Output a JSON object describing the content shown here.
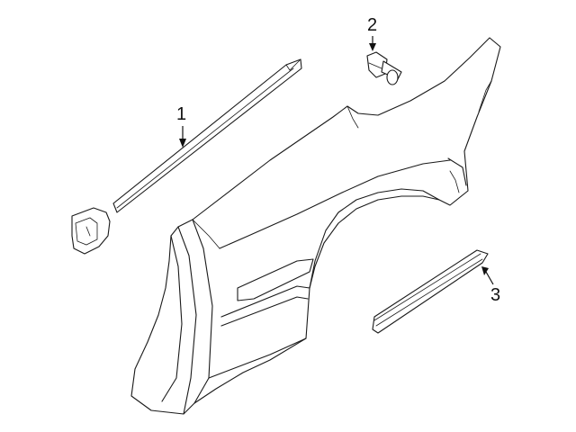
{
  "callouts": [
    {
      "number": "1"
    },
    {
      "number": "2"
    },
    {
      "number": "3"
    }
  ],
  "colors": {
    "line": "#1a1a1a",
    "background": "#ffffff"
  }
}
